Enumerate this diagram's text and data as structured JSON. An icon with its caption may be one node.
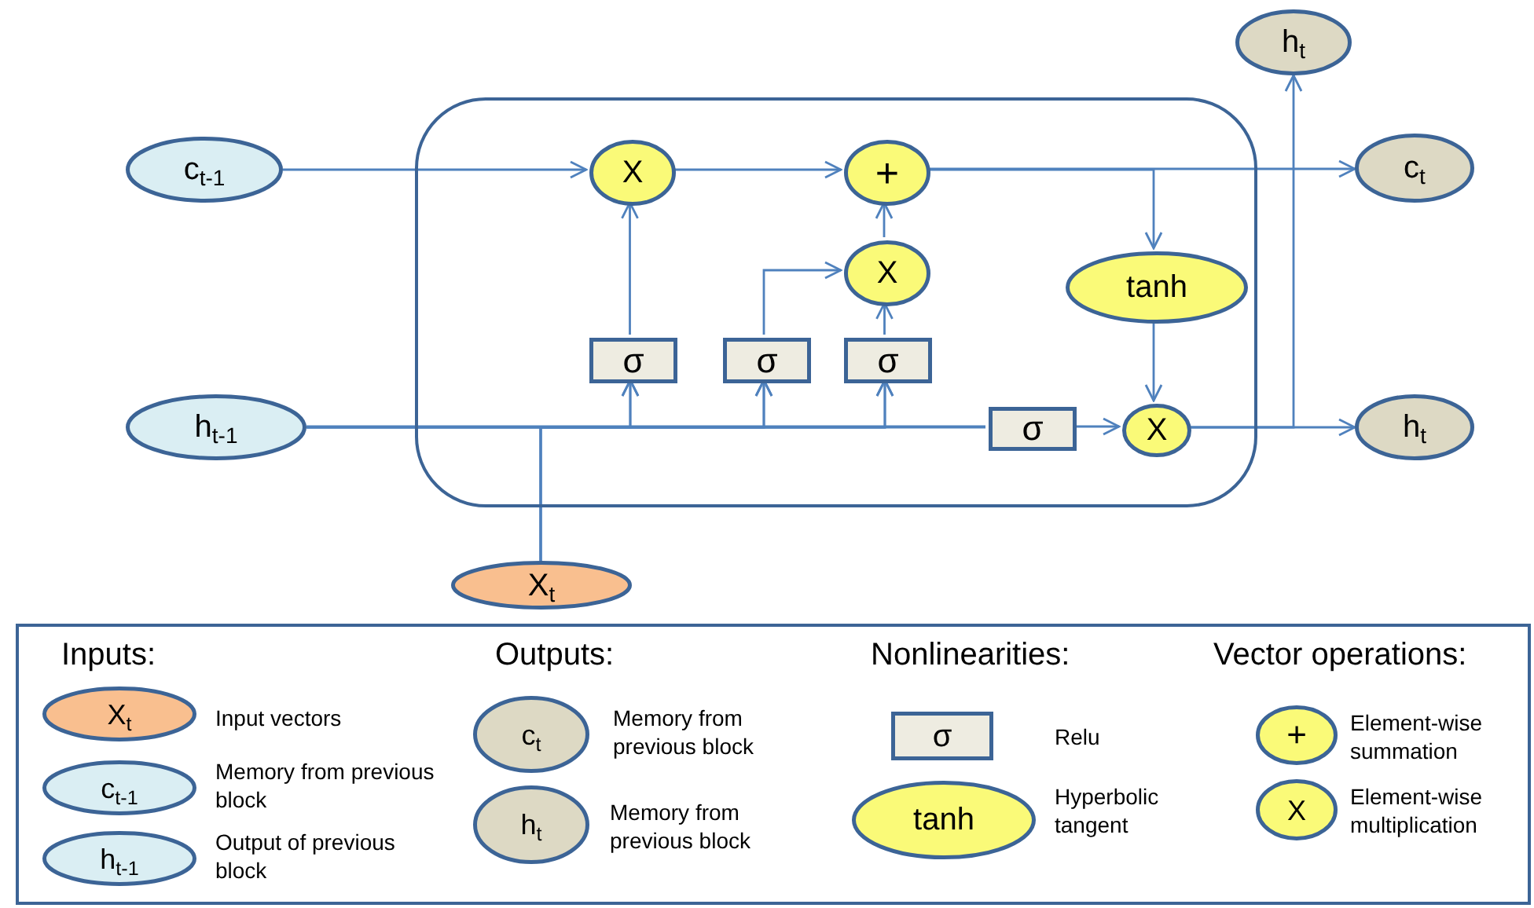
{
  "diagram": {
    "nodes": [
      {
        "text": [
          "h$_{t}$"
        ]
      },
      {
        "text": [
          "c$_{t-1}$"
        ]
      },
      {
        "text": [],
        "shape": "box"
      },
      {
        "text": [
          "X"
        ],
        "in": 2
      },
      {
        "text": [
          "+"
        ],
        "in": 2
      },
      {
        "text": [
          "c$_{t}$"
        ]
      },
      {
        "text": [
          "X"
        ],
        "in": 2
      },
      {
        "text": [
          "tanh"
        ],
        "in": 2
      },
      {
        "text": [
          "σ"
        ],
        "in": 2
      },
      {
        "text": [
          "σ"
        ],
        "in": 2
      },
      {
        "text": [
          "σ"
        ],
        "in": 2
      },
      {
        "text": [
          "h$_{t-1}$"
        ]
      },
      {
        "text": [
          "σ"
        ],
        "in": 2
      },
      {
        "text": [
          "X"
        ],
        "in": 2
      },
      {
        "text": [
          "h$_{t}$"
        ]
      },
      {
        "text": [
          "X$_{t}$"
        ]
      },
      {
        "text": [
          "Inputs:",
          "Outputs:",
          "Nonlinearities:",
          "Vector operations:"
        ]
      },
      {
        "text": [
          "X$_{t}$"
        ],
        "in": 16,
        "beside": [
          "Input vectors"
        ]
      },
      {
        "text": [
          "c$_{t}$"
        ],
        "in": 16,
        "beside": [
          "Memory from previous block"
        ]
      },
      {
        "text": [
          "σ"
        ],
        "in": 16,
        "beside": [
          "Relu"
        ]
      },
      {
        "text": [
          "+"
        ],
        "in": 16,
        "beside": [
          "Element-wise summation"
        ]
      },
      {
        "text": [
          "c$_{t-1}$"
        ],
        "in": 16,
        "beside": [
          "Memory from previous block"
        ]
      },
      {
        "text": [
          "h$_{t}$"
        ],
        "in": 16,
        "beside": [
          "Memory from previous block"
        ]
      },
      {
        "text": [
          "tanh"
        ],
        "in": 16,
        "beside": [
          "Hyperbolic tangent"
        ]
      },
      {
        "text": [
          "X"
        ],
        "in": 16,
        "beside": [
          "Element-wise multiplication"
        ]
      },
      {
        "text": [
          "h$_{t-1}$"
        ],
        "in": 16,
        "beside": [
          "Output of previous block"
        ]
      }
    ],
    "edges": [
      {
        "from": 1,
        "to": 3,
        "arrow": "to"
      },
      {
        "from": 3,
        "to": 4,
        "arrow": "to"
      },
      {
        "from": 4,
        "to": 5,
        "arrow": "to"
      },
      {
        "from": 4,
        "to": 7,
        "arrow": "to"
      },
      {
        "from": 6,
        "to": 4,
        "arrow": "to"
      },
      {
        "from": 10,
        "to": 6,
        "arrow": "to"
      },
      {
        "from": 9,
        "to": 6,
        "arrow": "to"
      },
      {
        "from": 8,
        "to": 3,
        "arrow": "to"
      },
      {
        "from": 11,
        "to": 8,
        "arrow": "to"
      },
      {
        "from": 11,
        "to": 9,
        "arrow": "to"
      },
      {
        "from": 11,
        "to": 10,
        "arrow": "to"
      },
      {
        "from": 11,
        "to": 12,
        "arrow": "none"
      },
      {
        "from": 15,
        "to": 8,
        "arrow": "to"
      },
      {
        "from": 15,
        "to": 9,
        "arrow": "to"
      },
      {
        "from": 15,
        "to": 10,
        "arrow": "to"
      },
      {
        "from": 15,
        "to": 12,
        "arrow": "none"
      },
      {
        "from": 7,
        "to": 13,
        "arrow": "to"
      },
      {
        "from": 12,
        "to": 13,
        "arrow": "to"
      },
      {
        "from": 13,
        "to": 14,
        "arrow": "to"
      },
      {
        "from": 13,
        "to": 0,
        "arrow": "to"
      }
    ]
  }
}
